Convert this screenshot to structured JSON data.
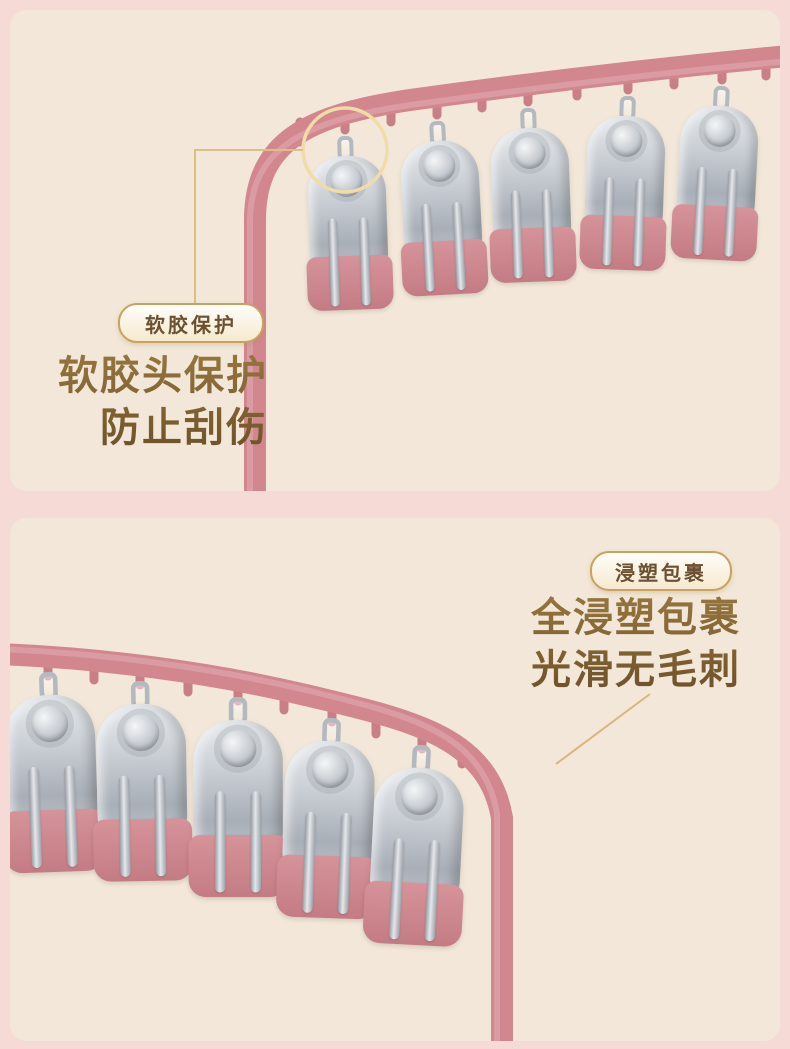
{
  "top_section": {
    "badge": "软胶保护",
    "headline_line1": "软胶头保护",
    "headline_line2": "防止刮伤"
  },
  "bottom_section": {
    "badge": "浸塑包裹",
    "headline_line1": "全浸塑包裹",
    "headline_line2": "光滑无毛刺"
  },
  "colors": {
    "background_pink": "#f5dad5",
    "panel_cream": "#f2e7d8",
    "rod_pink": "#d2868e",
    "clip_metal": "#c6cbd1",
    "clip_tip_pink": "#cf868d",
    "accent_gold": "#c9a160",
    "headline_brown": "#7f5e35"
  }
}
